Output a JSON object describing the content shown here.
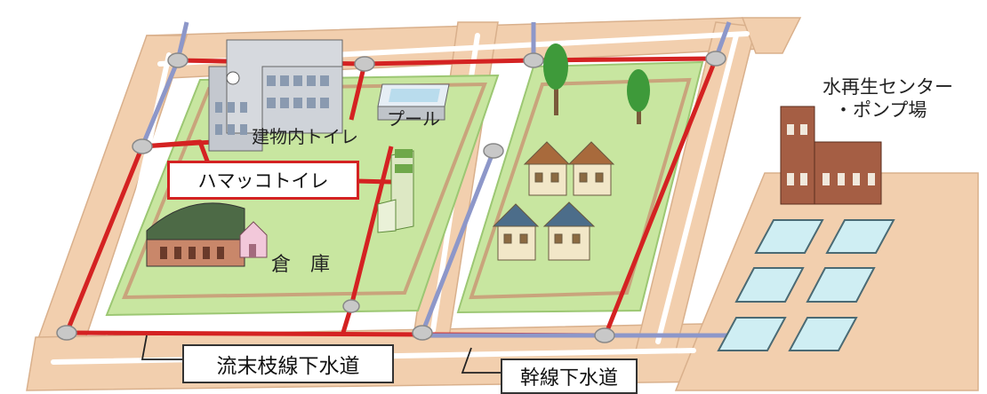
{
  "labels": {
    "center_line1": "水再生センター",
    "center_line2": "・ポンプ場",
    "building_toilet": "建物内トイレ",
    "pool": "プール",
    "hamakko_toilet": "ハマッコトイレ",
    "warehouse": "倉　庫",
    "branch_sewer": "流末枝線下水道",
    "trunk_sewer": "幹線下水道"
  },
  "colors": {
    "road": "#f2cfae",
    "road_edge": "#d9b08c",
    "lawn": "#c8e6a0",
    "lawn_edge": "#9cc773",
    "red_pipe": "#d42222",
    "blue_pipe": "#8d97c9",
    "manhole": "#c8c8c8",
    "building": "#a55e44"
  }
}
